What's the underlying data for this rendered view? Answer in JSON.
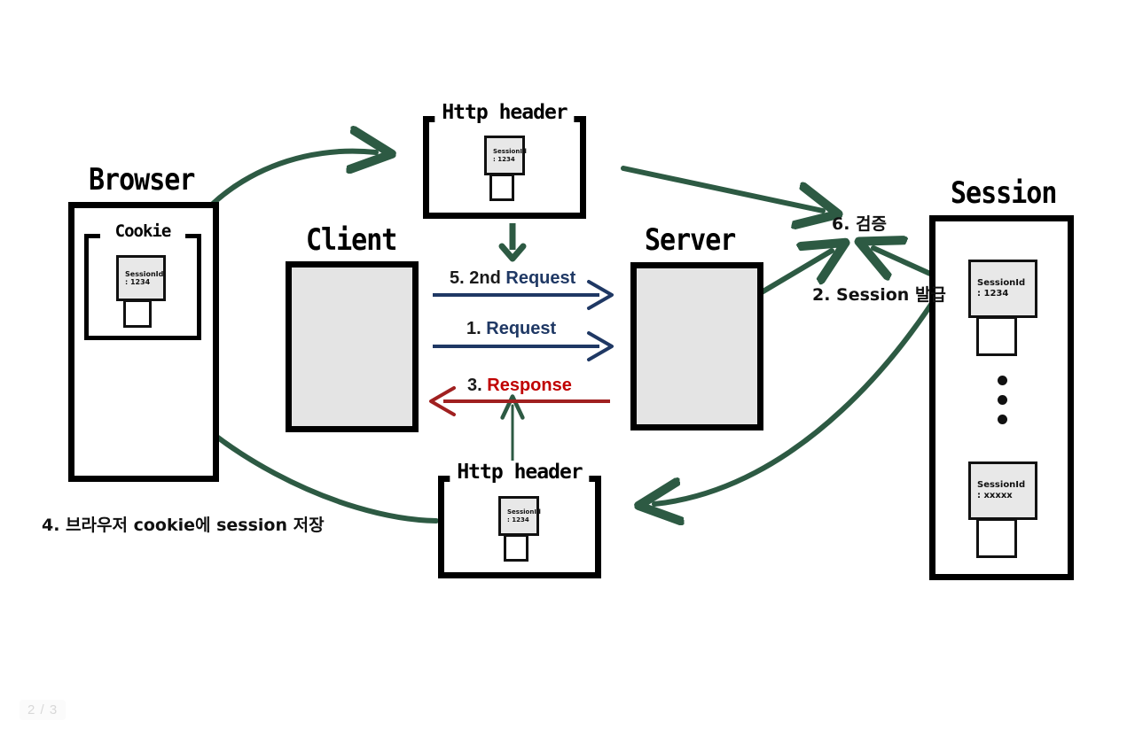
{
  "page": {
    "indicator": "2 / 3",
    "background_color": "#ffffff",
    "accent_green": "#2d5a43",
    "accent_blue": "#1f3864",
    "accent_red": "#a02020",
    "box_fill": "#e4e4e4"
  },
  "nodes": {
    "browser": {
      "title": "Browser",
      "cookie_group_title": "Cookie",
      "cookie_card": {
        "line1": "SessionId",
        "line2": ": 1234"
      }
    },
    "client": {
      "title": "Client"
    },
    "server": {
      "title": "Server"
    },
    "session": {
      "title": "Session",
      "cards": [
        {
          "line1": "SessionId",
          "line2": ": 1234"
        },
        {
          "line1": "SessionId",
          "line2": ": xxxxx"
        }
      ],
      "ellipsis_dots": 3
    },
    "http_header_top": {
      "title": "Http header",
      "card": {
        "line1": "SessionId",
        "line2": ": 1234"
      }
    },
    "http_header_bottom": {
      "title": "Http header",
      "card": {
        "line1": "SessionId",
        "line2": ": 1234"
      }
    }
  },
  "flows": {
    "second_request": {
      "num": "5.",
      "mid": "2nd",
      "word": "Request",
      "color": "#1f3864",
      "direction": "right"
    },
    "request": {
      "num": "1.",
      "word": "Request",
      "color": "#1f3864",
      "direction": "right"
    },
    "response": {
      "num": "3.",
      "word": "Response",
      "color": "#c00000",
      "direction": "left"
    }
  },
  "annotations": {
    "verify": "6. 검증",
    "session_issue": "2. Session 발급",
    "store_cookie": "4. 브라우저 cookie에 session 저장"
  }
}
